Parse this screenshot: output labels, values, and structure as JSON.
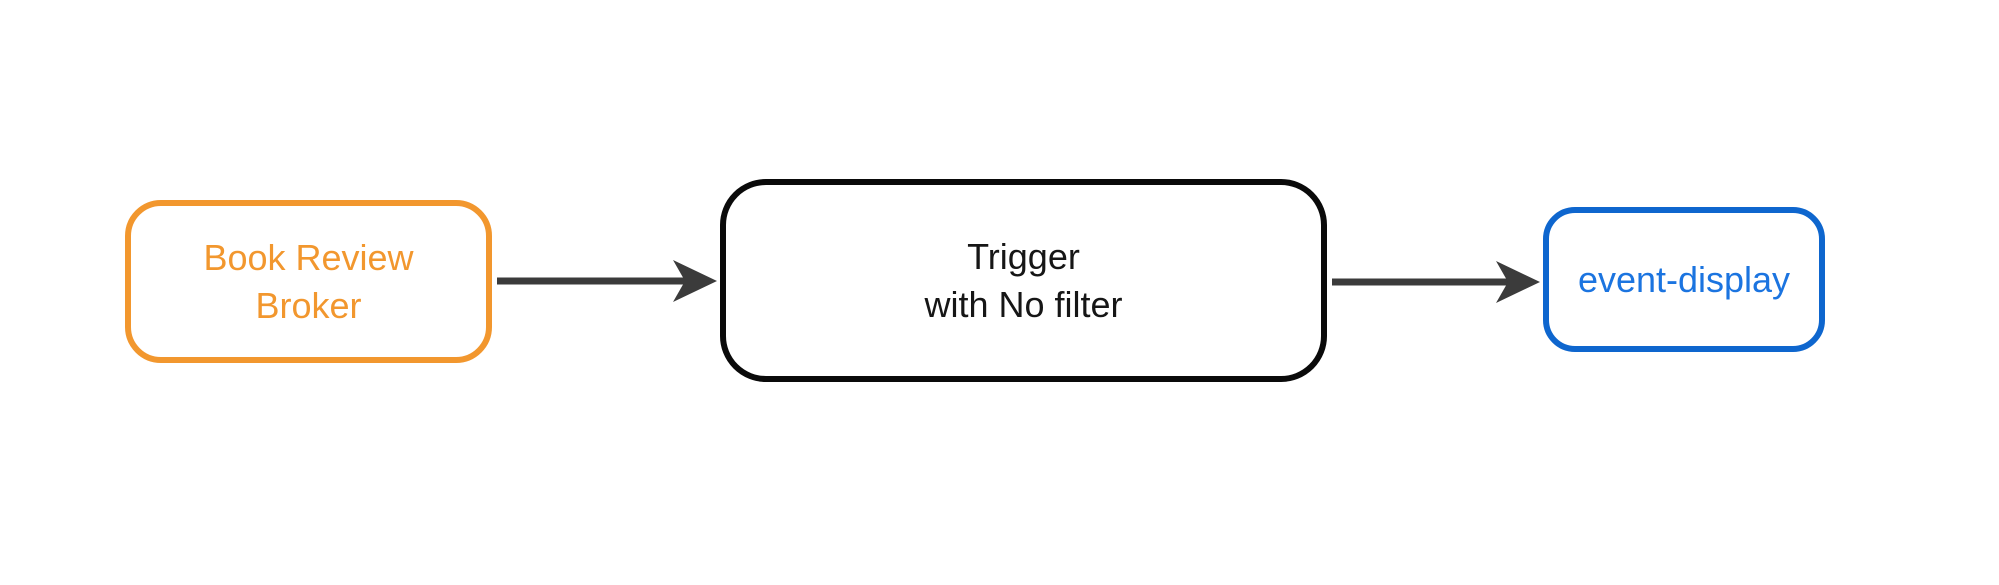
{
  "diagram": {
    "background_color": "#ffffff",
    "edge_color": "#3B3B3B",
    "nodes": [
      {
        "id": "book-review-broker",
        "label": "Book Review Broker",
        "lines": [
          "Book Review",
          "Broker"
        ],
        "border_color": "#F2972E",
        "text_color": "#F2972E",
        "fill_color": "#ffffff"
      },
      {
        "id": "trigger",
        "label": "Trigger with No filter",
        "lines": [
          "Trigger",
          "with No filter"
        ],
        "border_color": "#0a0a0a",
        "text_color": "#161616",
        "fill_color": "#ffffff"
      },
      {
        "id": "event-display",
        "label": "event-display",
        "lines": [
          "event-display"
        ],
        "border_color": "#0E66CE",
        "text_color": "#1B74E0",
        "fill_color": "#ffffff"
      }
    ],
    "edges": [
      {
        "from": "book-review-broker",
        "to": "trigger"
      },
      {
        "from": "trigger",
        "to": "event-display"
      }
    ]
  }
}
